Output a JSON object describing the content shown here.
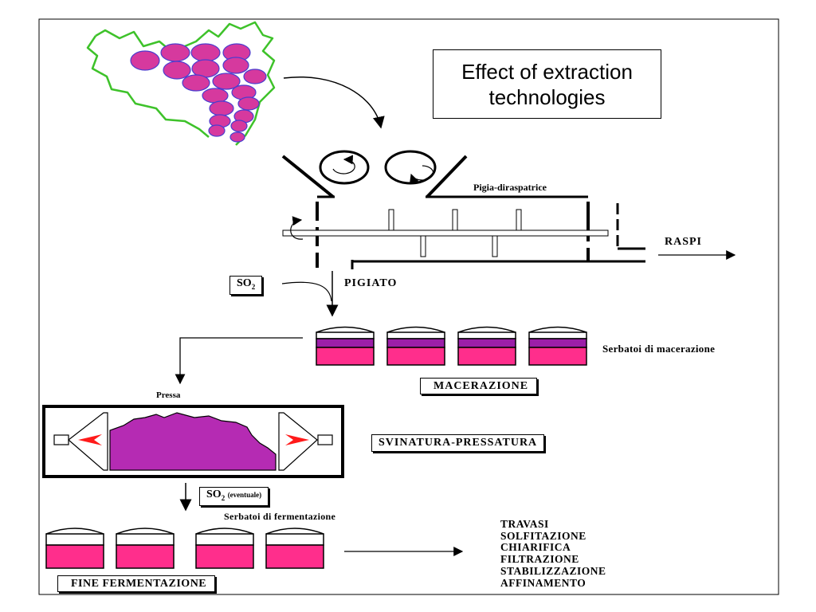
{
  "title": "Effect of extraction technologies",
  "labels": {
    "machine": "Pigia-diraspatrice",
    "stems": "RASPI",
    "so2_first": "SO",
    "so2_sub": "2",
    "crushed": "PIGIATO",
    "maceration_tanks": "Serbatoi di macerazione",
    "maceration": "MACERAZIONE",
    "press": "Pressa",
    "pressing": "SVINATURA-PRESSATURA",
    "so2_second": "SO",
    "so2_second_sub": "2",
    "so2_optional": "(eventuale)",
    "fermentation_tanks": "Serbatoi di fermentazione",
    "fermentation_end": "FINE FERMENTAZIONE"
  },
  "final_steps": [
    "TRAVASI",
    "SOLFITAZIONE",
    "CHIARIFICA",
    "FILTRAZIONE",
    "STABILIZZAZIONE",
    "AFFINAMENTO"
  ],
  "colors": {
    "grape": "#d6399e",
    "grape_outline": "#4b3ccf",
    "leaf": "#3ec22a",
    "must": "#ff2e8c",
    "pomace": "#9c1fa8",
    "press_mass": "#b52bb3",
    "press_arrow": "#ff1a1a"
  }
}
